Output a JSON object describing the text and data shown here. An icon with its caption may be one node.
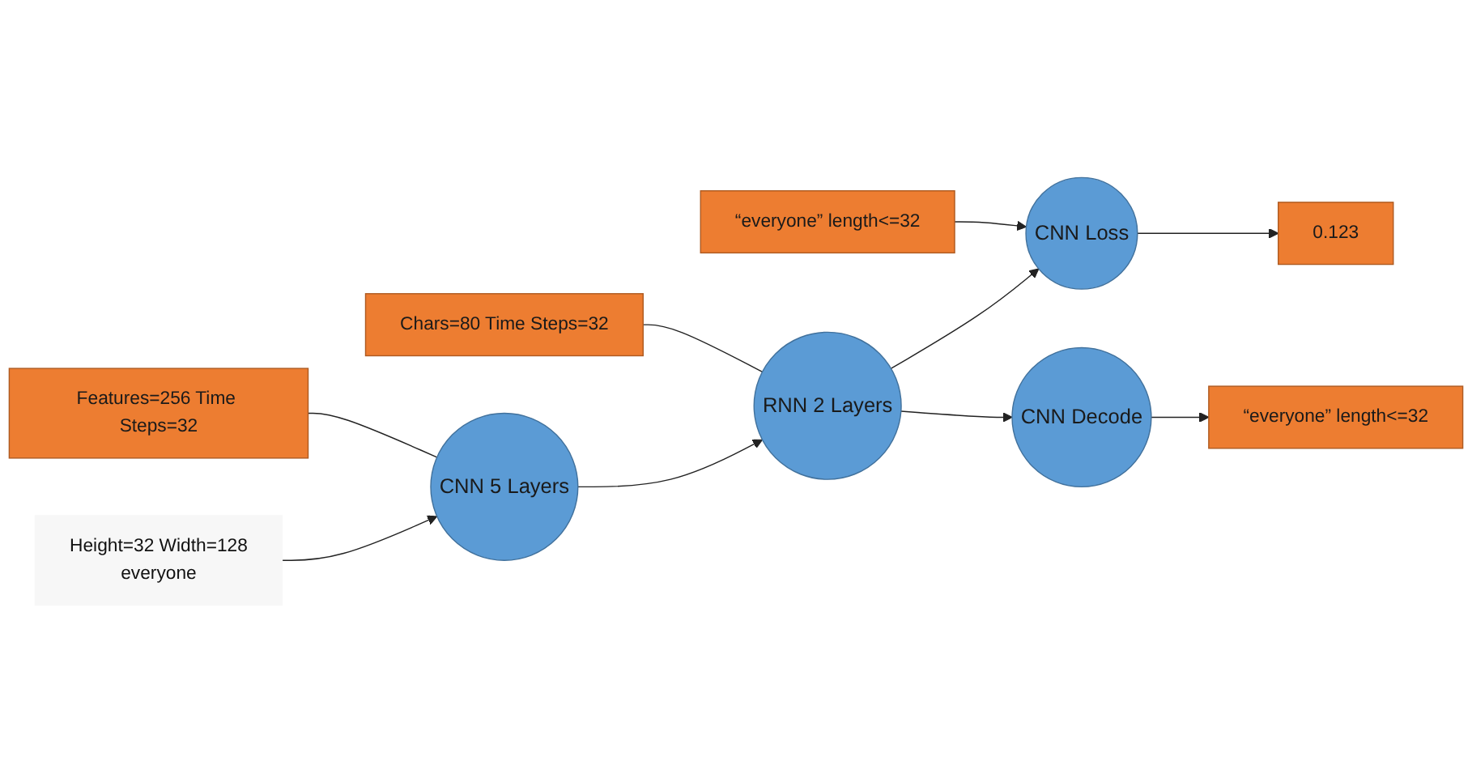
{
  "diagram": {
    "nodes": [
      {
        "text": [
          "Height=32 Width=128",
          "everyone"
        ]
      },
      {
        "text": [
          "CNN 5 Layers"
        ]
      },
      {
        "text": [
          "RNN 2 Layers"
        ]
      },
      {
        "text": [
          "CNN Loss"
        ]
      },
      {
        "text": [
          "CNN Decode"
        ]
      },
      {
        "text": [
          "“everyone” length<=32"
        ]
      },
      {
        "text": [
          "0.123"
        ]
      },
      {
        "text": [
          "“everyone” length<=32"
        ]
      },
      {
        "text": [
          "Features=256 Time Steps=32"
        ]
      },
      {
        "text": [
          "Chars=80 Time Steps=32"
        ]
      }
    ],
    "edges": [
      {
        "from": 0,
        "to": 1,
        "arrow": "to"
      },
      {
        "from": 1,
        "to": 2,
        "arrow": "to"
      },
      {
        "from": 8,
        "to": 1,
        "arrow": "none"
      },
      {
        "from": 2,
        "to": 3,
        "arrow": "to"
      },
      {
        "from": 2,
        "to": 4,
        "arrow": "to"
      },
      {
        "from": 9,
        "to": 2,
        "arrow": "none"
      },
      {
        "from": 5,
        "to": 3,
        "arrow": "to"
      },
      {
        "from": 3,
        "to": 6,
        "arrow": "to"
      },
      {
        "from": 4,
        "to": 7,
        "arrow": "to"
      }
    ]
  }
}
